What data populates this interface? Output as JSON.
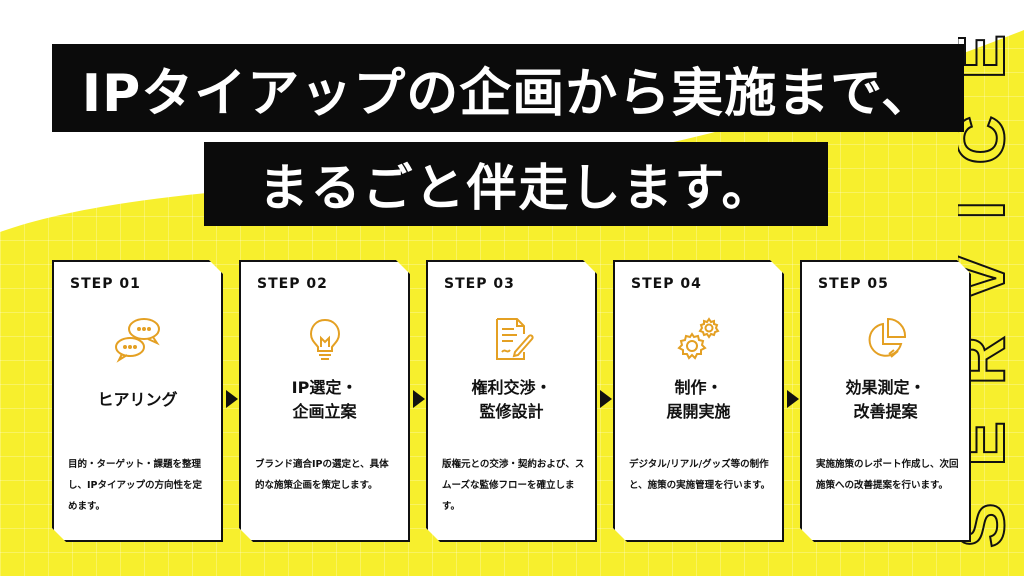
{
  "header": {
    "line1": "IPタイアップの企画から実施まで、",
    "line2": "まるごと伴走します。"
  },
  "side_text": "SERVICE",
  "colors": {
    "background": "#f7ef2d",
    "accent": "#e4a023",
    "dark": "#0b0b0b"
  },
  "steps": [
    {
      "label": "STEP 01",
      "title": "ヒアリング",
      "icon": "chat-bubbles-icon",
      "desc": "目的・ターゲット・課題を整理し、IPタイアップの方向性を定めます。"
    },
    {
      "label": "STEP 02",
      "title": "IP選定・\n企画立案",
      "icon": "lightbulb-icon",
      "desc": "ブランド適合IPの選定と、具体的な施策企画を策定します。"
    },
    {
      "label": "STEP 03",
      "title": "権利交渉・\n監修設計",
      "icon": "document-pen-icon",
      "desc": "版権元との交渉・契約および、スムーズな監修フローを確立します。"
    },
    {
      "label": "STEP 04",
      "title": "制作・\n展開実施",
      "icon": "gears-icon",
      "desc": "デジタル/リアル/グッズ等の制作と、施策の実施管理を行います。"
    },
    {
      "label": "STEP 05",
      "title": "効果測定・\n改善提案",
      "icon": "pie-chart-icon",
      "desc": "実施施策のレポート作成し、次回施策への改善提案を行います。"
    }
  ]
}
